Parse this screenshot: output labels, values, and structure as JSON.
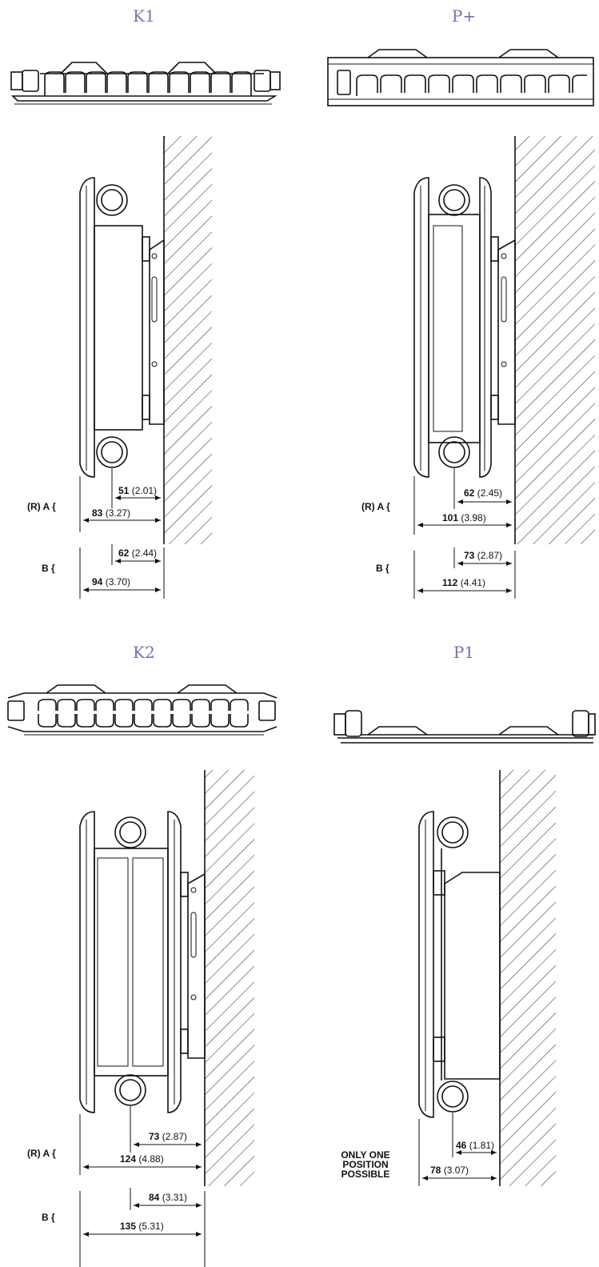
{
  "panels": [
    {
      "id": "k1",
      "title": "K1",
      "a_label": "(R) A {",
      "b_label": "B {",
      "a_inner_bold": "51",
      "a_inner_paren": "(2.01)",
      "a_outer_bold": "83",
      "a_outer_paren": "(3.27)",
      "b_inner_bold": "62",
      "b_inner_paren": "(2.44)",
      "b_outer_bold": "94",
      "b_outer_paren": "(3.70)"
    },
    {
      "id": "pplus",
      "title": "P+",
      "a_label": "(R) A {",
      "b_label": "B {",
      "a_inner_bold": "62",
      "a_inner_paren": "(2.45)",
      "a_outer_bold": "101",
      "a_outer_paren": "(3.98)",
      "b_inner_bold": "73",
      "b_inner_paren": "(2.87)",
      "b_outer_bold": "112",
      "b_outer_paren": "(4.41)"
    },
    {
      "id": "k2",
      "title": "K2",
      "a_label": "(R) A {",
      "b_label": "B {",
      "a_inner_bold": "73",
      "a_inner_paren": "(2.87)",
      "a_outer_bold": "124",
      "a_outer_paren": "(4.88)",
      "b_inner_bold": "84",
      "b_inner_paren": "(3.31)",
      "b_outer_bold": "135",
      "b_outer_paren": "(5.31)"
    },
    {
      "id": "p1",
      "title": "P1",
      "note": "ONLY ONE POSITION POSSIBLE",
      "a_inner_bold": "46",
      "a_inner_paren": "(1.81)",
      "a_outer_bold": "78",
      "a_outer_paren": "(3.07)"
    }
  ]
}
